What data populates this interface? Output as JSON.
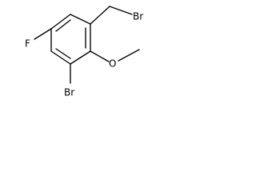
{
  "molecule": {
    "atoms": {
      "bromomethyl_br": "Br",
      "fluoro": "F",
      "ring_br": "Br",
      "methoxy_o": "O"
    }
  },
  "colors": {
    "background": "#ffffff",
    "ink": "#000000"
  }
}
